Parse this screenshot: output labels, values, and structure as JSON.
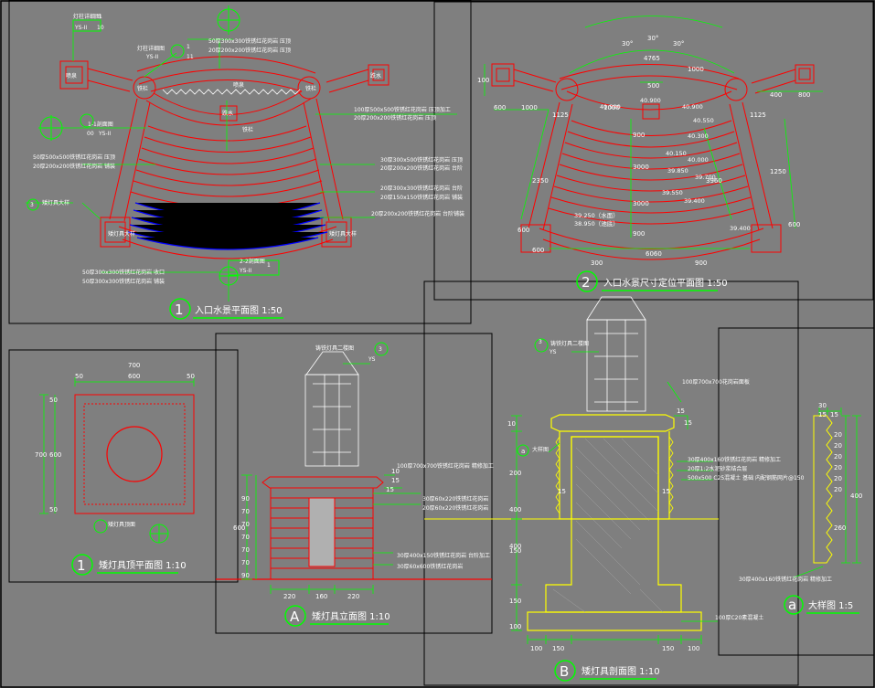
{
  "colors": {
    "background": "#7f7f7f",
    "frame": "#000000",
    "wall": "#ff0000",
    "dimension": "#00ff00",
    "section": "#ffff00",
    "water": "#0000ff",
    "text": "#ffffff"
  },
  "views": [
    {
      "num": "1",
      "title": "入口水景平面图 1:50"
    },
    {
      "num": "2",
      "title": "入口水景尺寸定位平面图 1:50"
    },
    {
      "num": "1",
      "title": "矮灯具顶平面图 1:10"
    },
    {
      "num": "A",
      "title": "矮灯具立面图 1:10"
    },
    {
      "num": "B",
      "title": "矮灯具剖面图 1:10"
    },
    {
      "num": "a",
      "title": "大样图 1:5"
    }
  ],
  "plan1": {
    "labels": [
      "灯柱详细图",
      "喷泉",
      "跌水",
      "铁栏"
    ],
    "callouts": [
      {
        "top": "1",
        "bottom": "YS-II",
        "n": "10"
      },
      {
        "top": "1",
        "bottom": "YS-II",
        "n": "11"
      },
      {
        "top": "2",
        "bottom": "00",
        "n": "YS-II"
      },
      {
        "top": "2",
        "bottom": "YS-II",
        "n": "1"
      }
    ],
    "notes": [
      "50厚300x300铁锈红花岗岩 压顶",
      "20厚200x200铁锈红花岗岩 压顶",
      "100厚500x500铁锈红花岗岩 压顶加工",
      "20厚200x200铁锈红花岗岩 压顶",
      "50厚500x500铁锈红花岗岩 压顶",
      "20厚200x200铁锈红花岗岩 铺装",
      "30厚300x500铁锈红花岗岩 压顶",
      "20厚200x200铁锈红花岗岩 台阶",
      "20厚300x300铁锈红花岗岩 台阶",
      "20厚150x150铁锈红花岗岩 铺装",
      "20厚200x200铁锈红花岗岩 台阶铺装",
      "50厚300x300铁锈红花岗岩 收口",
      "50厚300x300铁锈红花岗岩 铺装"
    ],
    "section_marks": [
      "1-1剖面图",
      "2-2剖面图",
      "3",
      "矮灯具大样"
    ]
  },
  "plan2": {
    "dims": [
      "30°",
      "30°",
      "30°",
      "4765",
      "500",
      "600",
      "1000",
      "100",
      "1125",
      "1000",
      "1000",
      "800",
      "400",
      "1125",
      "2350",
      "1250",
      "600",
      "600",
      "600",
      "900",
      "3000",
      "3000",
      "900",
      "6060",
      "3960",
      "300",
      "900"
    ],
    "elevations": [
      "40.900",
      "40.900",
      "40.900",
      "40.550",
      "40.300",
      "40.150",
      "40.000",
      "39.850",
      "39.700",
      "39.550",
      "39.400",
      "39.250（水面）",
      "38.950（池底）",
      "39.400"
    ]
  },
  "lamp_top": {
    "dims": [
      "700",
      "50",
      "600",
      "50",
      "700",
      "600",
      "50",
      "50"
    ],
    "label": "矮灯具顶面"
  },
  "lamp_elev": {
    "dims": [
      "10",
      "15",
      "15",
      "90",
      "70",
      "70",
      "70",
      "70",
      "70",
      "90",
      "600",
      "220",
      "160",
      "220"
    ],
    "callout": {
      "label": "铸铁灯具二楼图",
      "top": "3",
      "bottom": "YS"
    },
    "notes": [
      "100厚700x700铁锈红花岗岩 精修加工",
      "30厚60x220铁锈红花岗岩",
      "20厚60x220铁锈红花岗岩",
      "30厚400x150铁锈红花岗岩 台阶加工",
      "30厚60x600铁锈红花岗岩"
    ]
  },
  "lamp_section": {
    "dims": [
      "10",
      "200",
      "15",
      "15",
      "150",
      "400",
      "400",
      "100",
      "150",
      "100",
      "150",
      "150",
      "100",
      "a",
      "15",
      "15"
    ],
    "callout": {
      "label": "铸铁灯具二楼图",
      "top": "3",
      "bottom": "YS"
    },
    "notes": [
      "100厚700x700花岗岩面板",
      "30厚400x160铁锈红花岗岩 精修加工",
      "20厚1:2水泥砂浆结合层",
      "500x500 C25混凝土 基础 内配钢筋网片@150",
      "100厚C20素混凝土"
    ],
    "label": "大样图"
  },
  "detail_a": {
    "dims": [
      "30",
      "15",
      "15",
      "20",
      "20",
      "20",
      "20",
      "20",
      "20",
      "260",
      "400"
    ],
    "note": "30厚400x160铁锈红花岗岩 精修加工"
  }
}
